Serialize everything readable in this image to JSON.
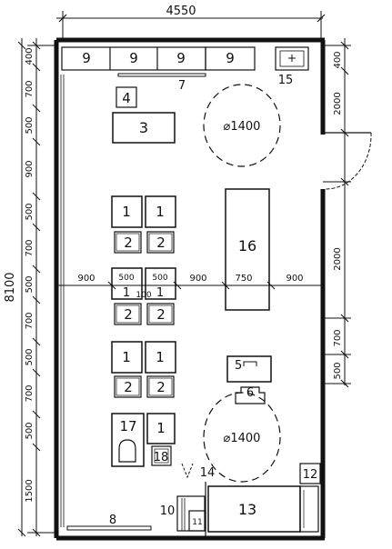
{
  "dimensions": {
    "top_width": "4550",
    "total_height": "8100",
    "left": [
      "400",
      "700",
      "500",
      "900",
      "500",
      "700",
      "500",
      "700",
      "500",
      "700",
      "500",
      "1500"
    ],
    "right": [
      "400",
      "2000",
      "2000",
      "700",
      "500"
    ],
    "aisles": [
      "900",
      "900",
      "900"
    ],
    "table_widths": [
      "500",
      "500",
      "750"
    ],
    "table_gap": "100"
  },
  "circles": [
    "⌀1400",
    "⌀1400"
  ],
  "labels": {
    "n1": "1",
    "n2": "2",
    "n3": "3",
    "n4": "4",
    "n5": "5",
    "n6": "6",
    "n7": "7",
    "n8": "8",
    "n9": "9",
    "n10": "10",
    "n11": "11",
    "n12": "12",
    "n13": "13",
    "n14": "14",
    "n15": "15",
    "n16": "16",
    "n17": "17",
    "n18": "18"
  }
}
